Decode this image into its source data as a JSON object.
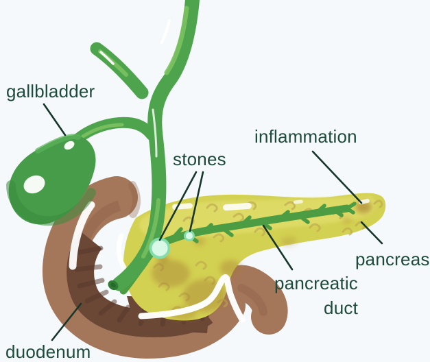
{
  "diagram": {
    "title": "pancreas-gallbladder-anatomy-illustration",
    "labels": {
      "gallbladder": "gallbladder",
      "stones": "stones",
      "inflammation": "inflammation",
      "pancreas": "pancreas",
      "pancreatic_duct_line1": "pancreatic",
      "pancreatic_duct_line2": "duct",
      "duodenum": "duodenum"
    }
  },
  "colors": {
    "bg": "#f5f9fc",
    "label_text": "#1d4a3a",
    "leader": "#16362b",
    "gb": "#469c48",
    "gb_dark": "#3a8a3e",
    "gb_light": "#5cb45a",
    "duct": "#4ea44c",
    "duct_light": "#7cc261",
    "duct_dark": "#2f7d33",
    "pduct": "#4c9c43",
    "duo": "#a5775a",
    "duo_shade": "#8d6048",
    "lumen": "#6b4736",
    "folds": "#57392b",
    "panc": "#d3d152",
    "panc_light": "#e1de6c",
    "squiggle": "#bda74e",
    "inflam": "#a3762e",
    "stone": "#d9f8e7",
    "stone_ring": "#84dcaa",
    "hl": "#ffffff"
  }
}
